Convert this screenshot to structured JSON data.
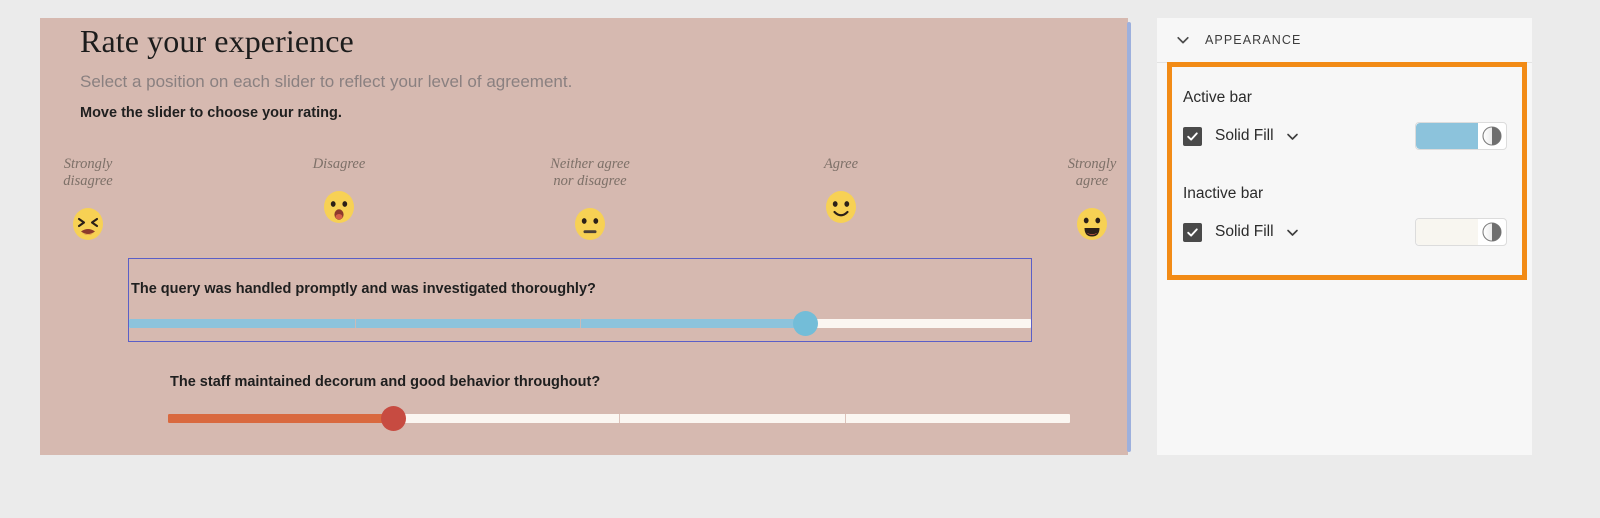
{
  "canvas": {
    "background_color": "#d6b9b0",
    "survey": {
      "title": "Rate your experience",
      "subtitle": "Select a position on each slider to reflect your level of agreement.",
      "instruction": "Move the slider to choose your rating.",
      "scale_points": [
        {
          "label_line1": "Strongly",
          "label_line2": "disagree",
          "emoji": "weary-face-emoji",
          "position_pct": 0
        },
        {
          "label_line1": "Disagree",
          "label_line2": "",
          "emoji": "frowning-open-mouth-emoji",
          "position_pct": 25
        },
        {
          "label_line1": "Neither agree",
          "label_line2": "nor disagree",
          "emoji": "neutral-face-emoji",
          "position_pct": 50
        },
        {
          "label_line1": "Agree",
          "label_line2": "",
          "emoji": "slightly-smiling-face-emoji",
          "position_pct": 75
        },
        {
          "label_line1": "Strongly",
          "label_line2": "agree",
          "emoji": "grinning-face-emoji",
          "position_pct": 100
        }
      ],
      "sliders": [
        {
          "question": "The query was handled promptly and was investigated thoroughly?",
          "value_pct": 75,
          "active_color": "#8cc3dc",
          "inactive_color": "#fbf6f1",
          "thumb_color": "#73bdd8",
          "selected": true,
          "tick_pcts": [
            25,
            50
          ]
        },
        {
          "question": "The staff maintained decorum and good behavior throughout?",
          "value_pct": 25,
          "active_color": "#d9693f",
          "inactive_color": "#fbf6f1",
          "thumb_color": "#c74b41",
          "selected": false,
          "tick_pcts": [
            50,
            75
          ]
        }
      ]
    },
    "scrollbar": {
      "color": "#9db0dd"
    }
  },
  "panel": {
    "section": {
      "title": "APPEARANCE",
      "collapse_icon": "chevron-down-icon",
      "expanded": true
    },
    "highlight_color": "#f28b16",
    "groups": [
      {
        "label": "Active bar",
        "checkbox_checked": true,
        "fill_type": "Solid Fill",
        "dropdown_icon": "chevron-down-icon",
        "swatch_color": "#8cc3dc",
        "opacity_icon": "opacity-half-circle-icon"
      },
      {
        "label": "Inactive bar",
        "checkbox_checked": true,
        "fill_type": "Solid Fill",
        "dropdown_icon": "chevron-down-icon",
        "swatch_color": "#f8f6f0",
        "opacity_icon": "opacity-half-circle-icon"
      }
    ]
  }
}
